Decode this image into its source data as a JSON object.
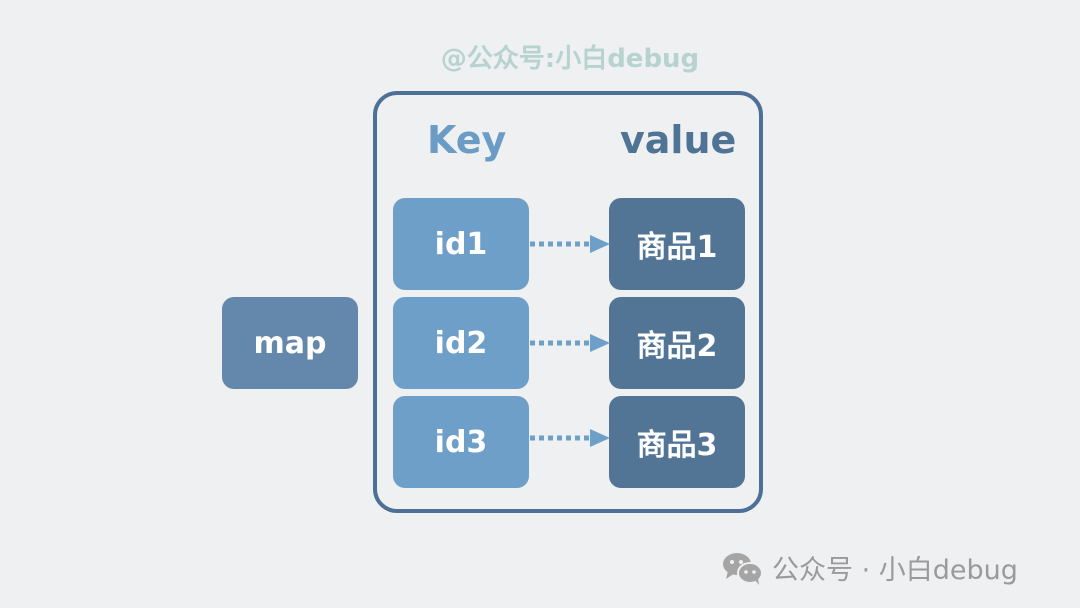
{
  "watermark": "@公众号:小白debug",
  "headers": {
    "key": "Key",
    "value": "value"
  },
  "map_label": "map",
  "rows": [
    {
      "key": "id1",
      "value": "商品1"
    },
    {
      "key": "id2",
      "value": "商品2"
    },
    {
      "key": "id3",
      "value": "商品3"
    }
  ],
  "footer": {
    "icon": "wechat-icon",
    "text": "公众号 · 小白debug"
  },
  "colors": {
    "key": "#6e9fc8",
    "value": "#527596",
    "map": "#6488ab",
    "border": "#4e6f96"
  }
}
